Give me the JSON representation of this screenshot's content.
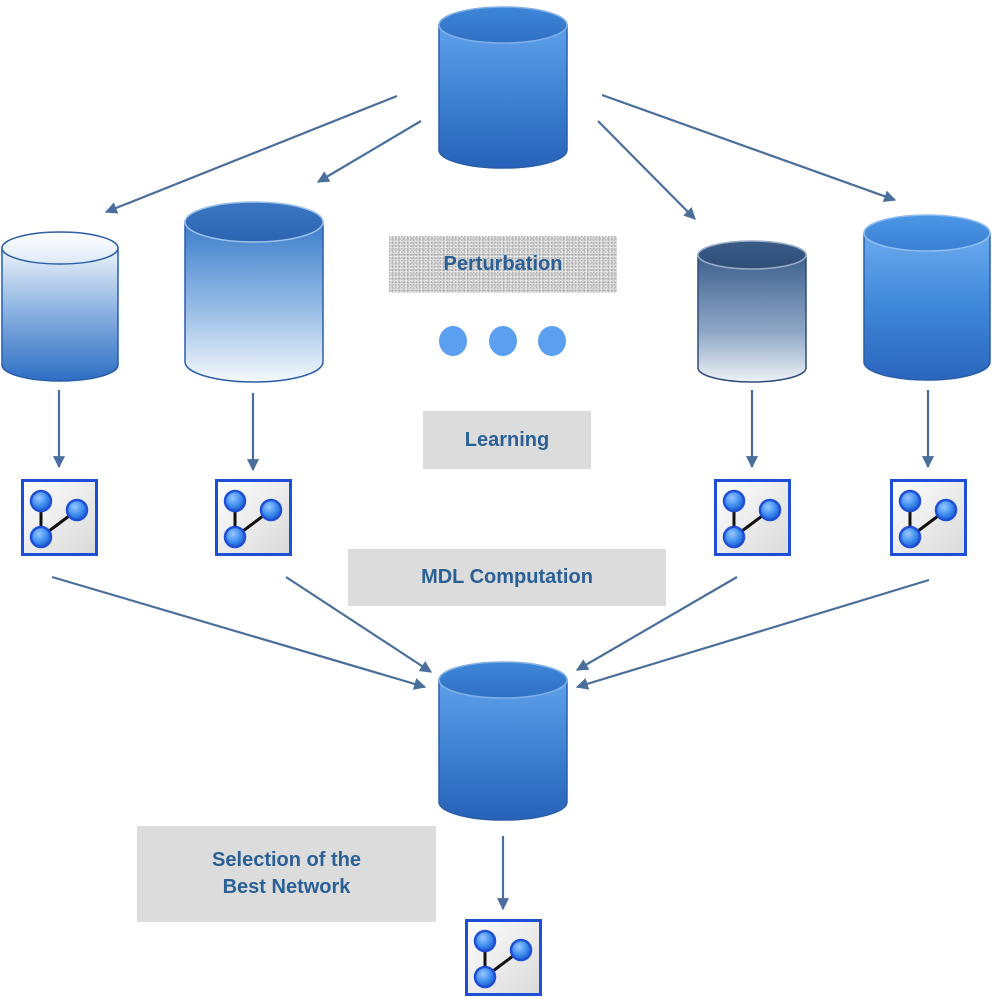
{
  "labels": {
    "perturbation": "Perturbation",
    "learning": "Learning",
    "mdl": "MDL Computation",
    "selection": "Selection of the\nBest Network"
  },
  "colors": {
    "text": "#2a6096",
    "arrow": "#4a6f9c",
    "cylinder_blue": "#2f74c9",
    "cylinder_light": "#8dbbea",
    "icon_border": "#1f4fd6",
    "icon_node": "#3f8ff0",
    "dots": "#5a9ff0",
    "label_bg": "#dcdcdc"
  },
  "icons": {
    "database": "cylinder-icon",
    "network": "network-graph-icon"
  }
}
